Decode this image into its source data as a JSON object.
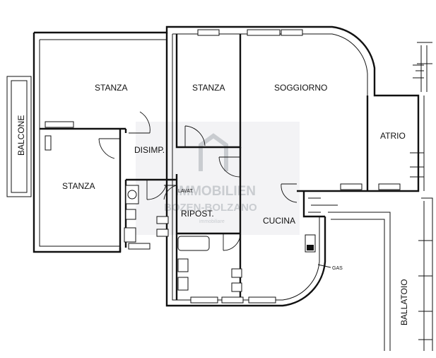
{
  "rooms": {
    "stanza_top": "STANZA",
    "stanza_mid": "STANZA",
    "soggiorno": "SOGGIORNO",
    "disimp": "DISIMP.",
    "atrio": "ATRIO",
    "stanza_left": "STANZA",
    "ripost": "RIPOST.",
    "cucina": "CUCINA",
    "balcone": "BALCONE",
    "ballatoio": "BALLATOIO"
  },
  "fixtures": {
    "washer_label": "LAVAT.",
    "gas_label": "GAS"
  },
  "watermark": {
    "line1": "IMMOBILIEN",
    "line2": "BOZEN-BOLZANO",
    "line3": "immobiliare"
  },
  "colors": {
    "ink": "#111111",
    "watermark": "#c9ccd0",
    "background": "#ffffff"
  }
}
